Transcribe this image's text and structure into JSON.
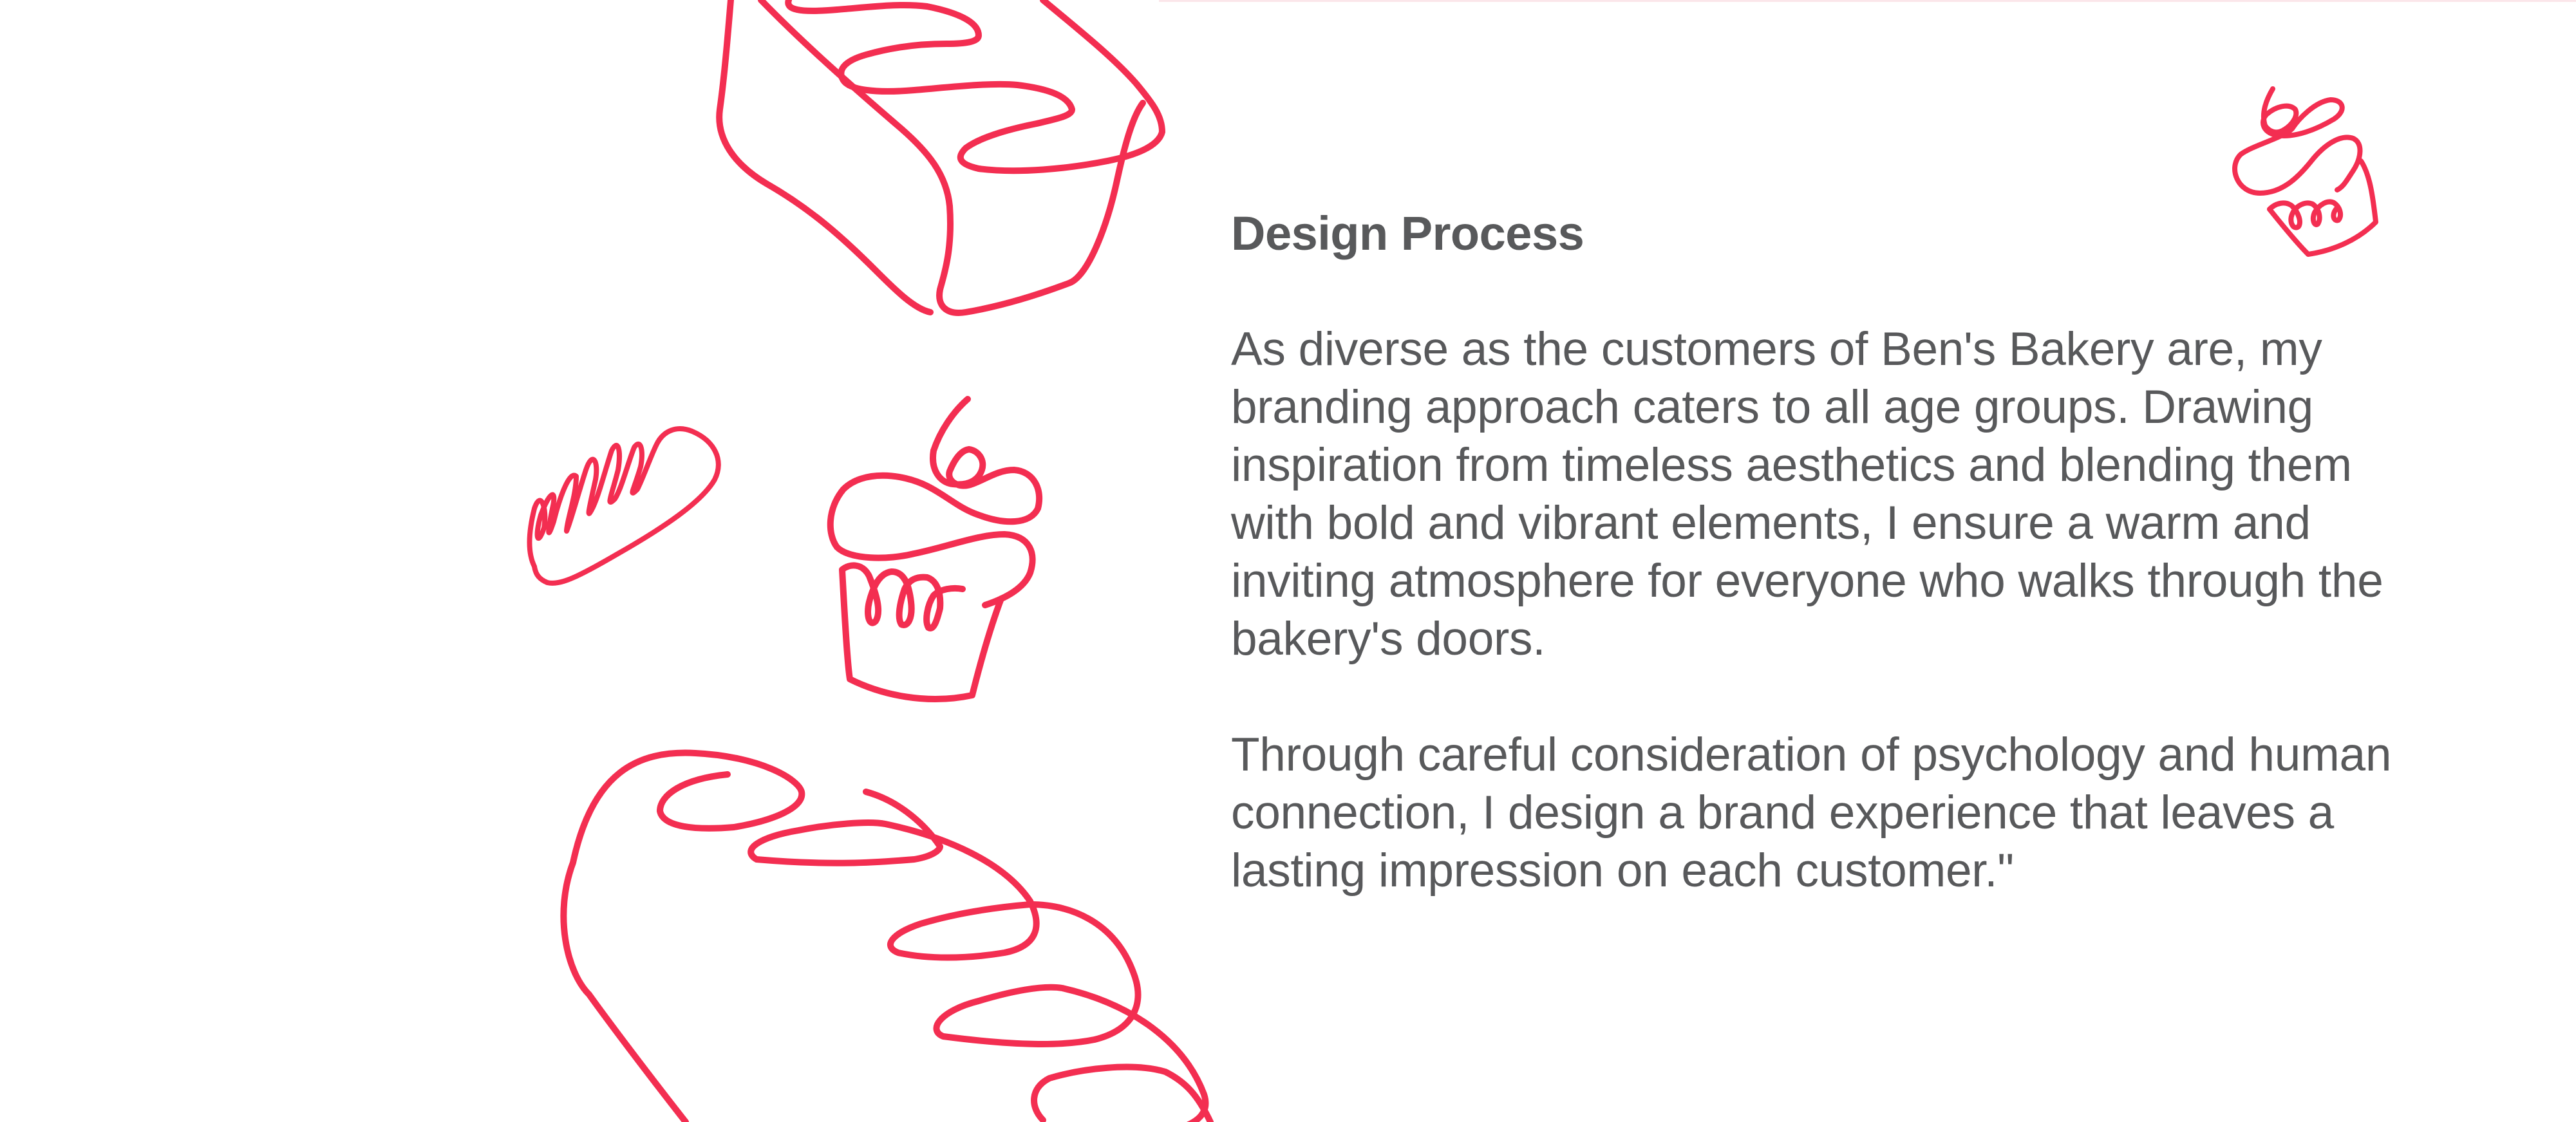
{
  "theme": {
    "accent_color": "#F32E51",
    "text_color": "#58595B",
    "background": "#FFFFFF"
  },
  "illustrations": [
    {
      "name": "bread-loaf",
      "description": "line drawing of a bread loaf",
      "position": "top-left"
    },
    {
      "name": "small-baguette",
      "description": "line drawing of a small baguette",
      "position": "middle-left"
    },
    {
      "name": "cupcake-large",
      "description": "line drawing of a cupcake with cherry",
      "position": "middle-center-left"
    },
    {
      "name": "large-baguette",
      "description": "line drawing of a large baguette",
      "position": "bottom-left"
    },
    {
      "name": "cupcake-small",
      "description": "small tilted cupcake with cherry",
      "position": "top-right"
    }
  ],
  "section": {
    "heading": "Design Process",
    "paragraphs": [
      "As diverse as the customers of Ben's Bakery are, my\nbranding approach caters to all age groups. Drawing\ninspiration from timeless aesthetics and blending them\nwith bold and vibrant elements, I ensure a warm and\ninviting atmosphere for everyone who walks through the\nbakery's doors.",
      "Through careful consideration of psychology and human\nconnection, I design a brand experience that leaves a\nlasting impression on each customer.\""
    ]
  }
}
